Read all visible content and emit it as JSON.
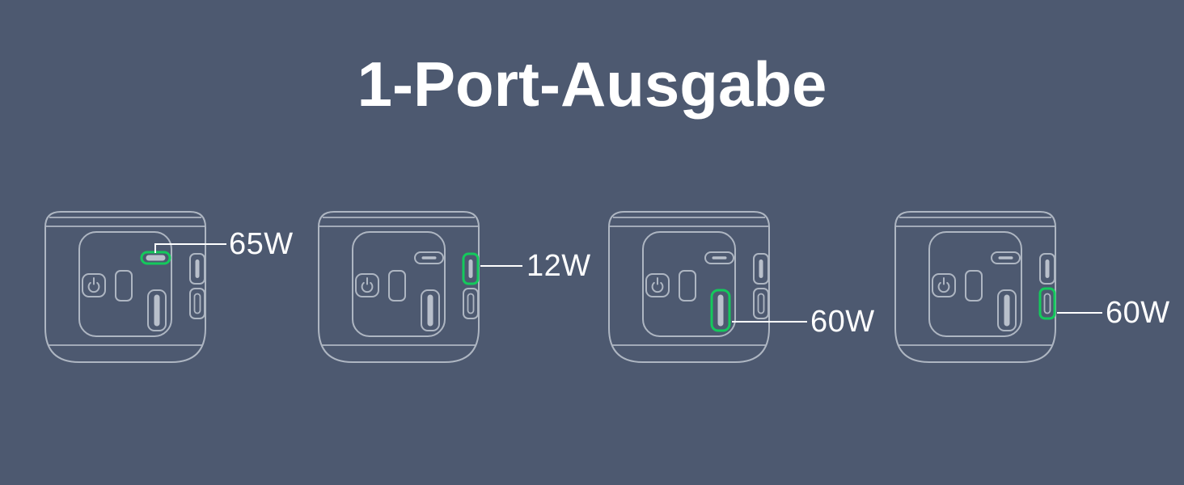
{
  "title": "1-Port-Ausgabe",
  "colors": {
    "background": "#4d5970",
    "outline": "#aeb6c2",
    "port_fill": "#b9c0cb",
    "highlight_green": "#14c95c",
    "text": "#ffffff"
  },
  "devices": [
    {
      "id": "device-1",
      "label": "65W",
      "highlighted_port": "front-usb-c-port"
    },
    {
      "id": "device-2",
      "label": "12W",
      "highlighted_port": "side-top-usb-a-port"
    },
    {
      "id": "device-3",
      "label": "60W",
      "highlighted_port": "front-usb-a-port"
    },
    {
      "id": "device-4",
      "label": "60W",
      "highlighted_port": "side-bottom-usb-c-port"
    }
  ]
}
